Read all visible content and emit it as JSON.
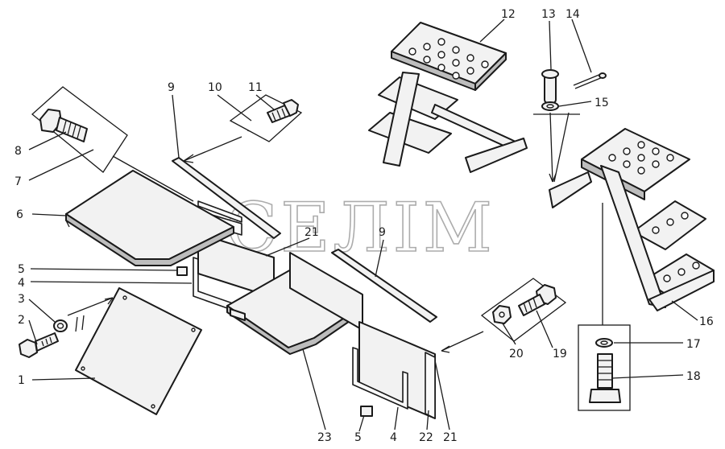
{
  "watermark": "СЕЛІМ",
  "callouts": {
    "c1": "1",
    "c2": "2",
    "c3": "3",
    "c4a": "4",
    "c4b": "4",
    "c5a": "5",
    "c5b": "5",
    "c6": "6",
    "c7": "7",
    "c8": "8",
    "c9a": "9",
    "c9b": "9",
    "c10": "10",
    "c11": "11",
    "c12": "12",
    "c13": "13",
    "c14": "14",
    "c15": "15",
    "c16": "16",
    "c17": "17",
    "c18": "18",
    "c19": "19",
    "c20": "20",
    "c21a": "21",
    "c21b": "21",
    "c22": "22",
    "c23": "23"
  }
}
